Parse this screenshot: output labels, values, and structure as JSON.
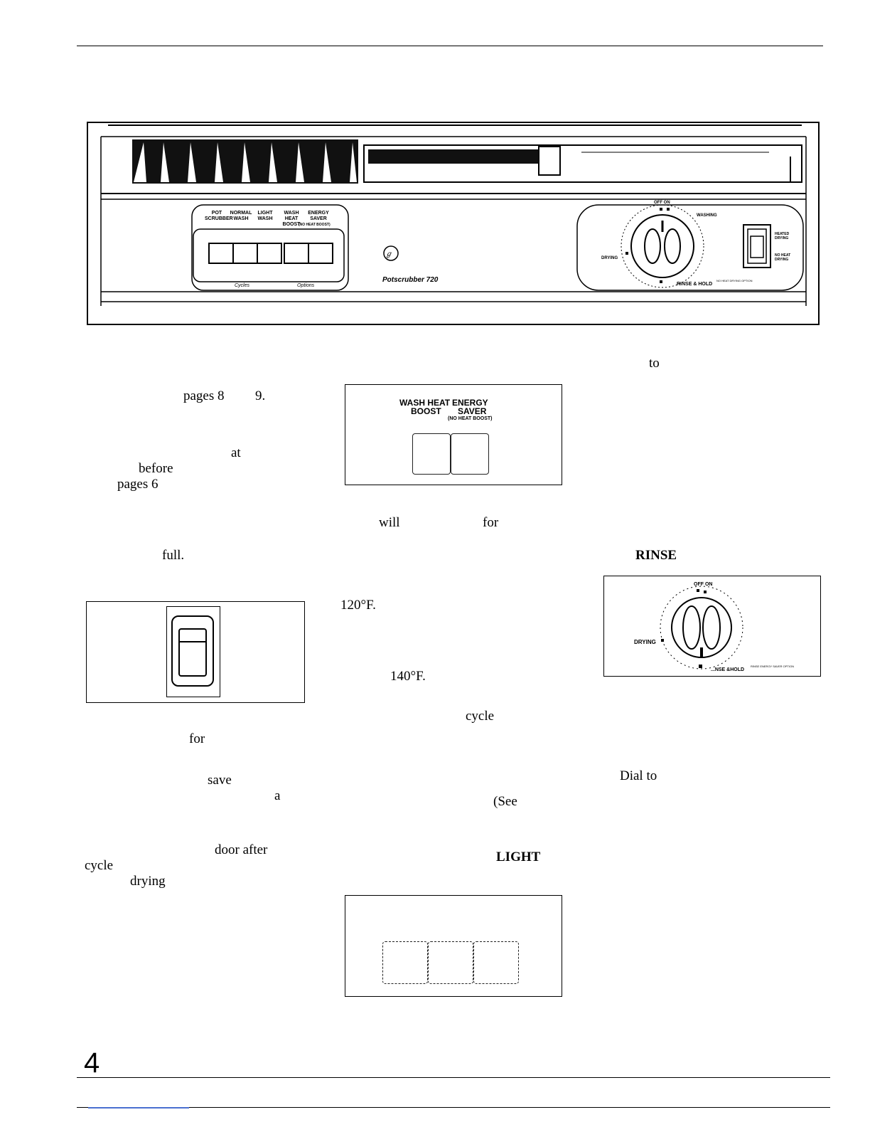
{
  "page_number": "4",
  "panel": {
    "cycle_labels": [
      "POT SCRUBBER",
      "NORMAL WASH",
      "LIGHT WASH"
    ],
    "option_labels": [
      "WASH HEAT BOOST",
      "ENERGY SAVER"
    ],
    "no_heat_boost": "(NO HEAT BOOST)",
    "cycles_caption": "Cycles",
    "options_caption": "Options",
    "model_name": "Potscrubber 720",
    "dial_labels": {
      "off_on": "OFF ON",
      "washing": "WASHING",
      "drying": "DRYING",
      "rinse_hold": "RINSE & HOLD",
      "rinse_option": "NO HEAT DRYING OPTION"
    },
    "switch_labels": {
      "heated": "HEATED DRYING",
      "no_heat": "NO HEAT DRYING"
    }
  },
  "options_inset": {
    "wash_heat": "WASH HEAT",
    "boost": "BOOST",
    "energy": "ENERGY",
    "saver": "SAVER",
    "no_heat_boost": "(NO HEAT BOOST)"
  },
  "dial_inset": {
    "off_on": "OFF ON",
    "drying": "DRYING",
    "rinse_hold": "...NSE &HOLD",
    "energy_saver_option": "RINSE ENERGY SAVER OPTION"
  },
  "fragments": {
    "col1": [
      "pages 8",
      "9.",
      "at",
      "before",
      "pages 6",
      "full.",
      "for",
      "save",
      "a",
      "door after",
      "cycle",
      "drying"
    ],
    "col2": [
      "will",
      "for",
      "120°F.",
      "140°F.",
      "cycle",
      "(See",
      "LIGHT"
    ],
    "col3": [
      "to",
      "RINSE",
      "Dial to"
    ]
  }
}
